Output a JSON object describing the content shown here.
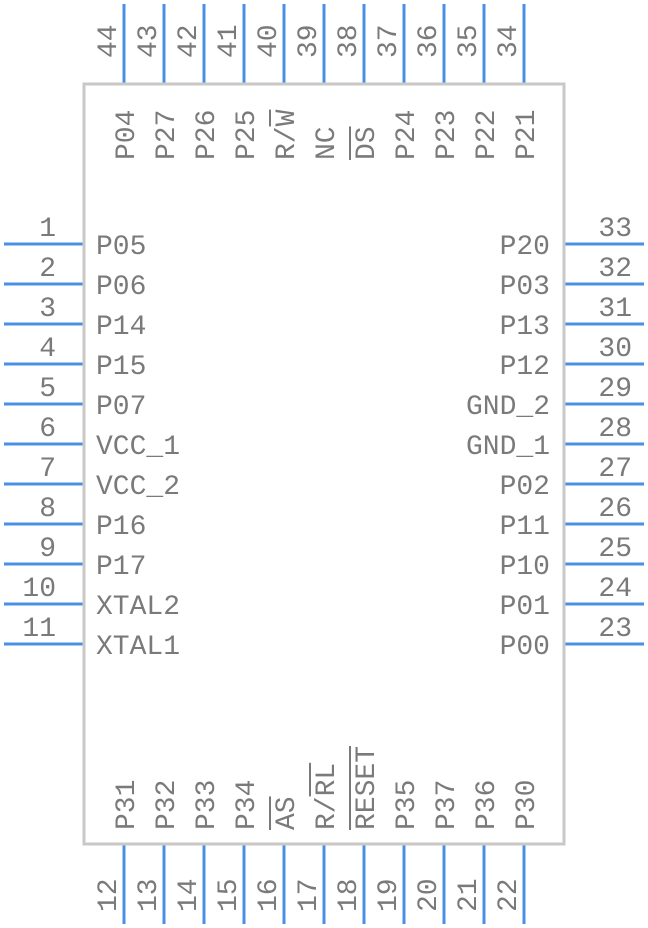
{
  "colors": {
    "pin": "#4a90e2",
    "body_outline": "#c8c8c8",
    "text": "#7a7a7a"
  },
  "pins_left": [
    {
      "num": "1",
      "name": "P05"
    },
    {
      "num": "2",
      "name": "P06"
    },
    {
      "num": "3",
      "name": "P14"
    },
    {
      "num": "4",
      "name": "P15"
    },
    {
      "num": "5",
      "name": "P07"
    },
    {
      "num": "6",
      "name": "VCC_1"
    },
    {
      "num": "7",
      "name": "VCC_2"
    },
    {
      "num": "8",
      "name": "P16"
    },
    {
      "num": "9",
      "name": "P17"
    },
    {
      "num": "10",
      "name": "XTAL2"
    },
    {
      "num": "11",
      "name": "XTAL1"
    }
  ],
  "pins_right": [
    {
      "num": "33",
      "name": "P20"
    },
    {
      "num": "32",
      "name": "P03"
    },
    {
      "num": "31",
      "name": "P13"
    },
    {
      "num": "30",
      "name": "P12"
    },
    {
      "num": "29",
      "name": "GND_2"
    },
    {
      "num": "28",
      "name": "GND_1"
    },
    {
      "num": "27",
      "name": "P02"
    },
    {
      "num": "26",
      "name": "P11"
    },
    {
      "num": "25",
      "name": "P10"
    },
    {
      "num": "24",
      "name": "P01"
    },
    {
      "num": "23",
      "name": "P00"
    }
  ],
  "pins_top": [
    {
      "num": "44",
      "name": "P04"
    },
    {
      "num": "43",
      "name": "P27"
    },
    {
      "num": "42",
      "name": "P26"
    },
    {
      "num": "41",
      "name": "P25"
    },
    {
      "num": "40",
      "name": "R/W",
      "overbar": "W"
    },
    {
      "num": "39",
      "name": "NC"
    },
    {
      "num": "38",
      "name": "DS",
      "overbar": "all"
    },
    {
      "num": "37",
      "name": "P24"
    },
    {
      "num": "36",
      "name": "P23"
    },
    {
      "num": "35",
      "name": "P22"
    },
    {
      "num": "34",
      "name": "P21"
    }
  ],
  "pins_bottom": [
    {
      "num": "12",
      "name": "P31"
    },
    {
      "num": "13",
      "name": "P32"
    },
    {
      "num": "14",
      "name": "P33"
    },
    {
      "num": "15",
      "name": "P34"
    },
    {
      "num": "16",
      "name": "AS",
      "overbar": "all"
    },
    {
      "num": "17",
      "name": "R/RL",
      "overbar": "RL"
    },
    {
      "num": "18",
      "name": "RESET",
      "overbar": "all"
    },
    {
      "num": "19",
      "name": "P35"
    },
    {
      "num": "20",
      "name": "P37"
    },
    {
      "num": "21",
      "name": "P36"
    },
    {
      "num": "22",
      "name": "P30"
    }
  ]
}
